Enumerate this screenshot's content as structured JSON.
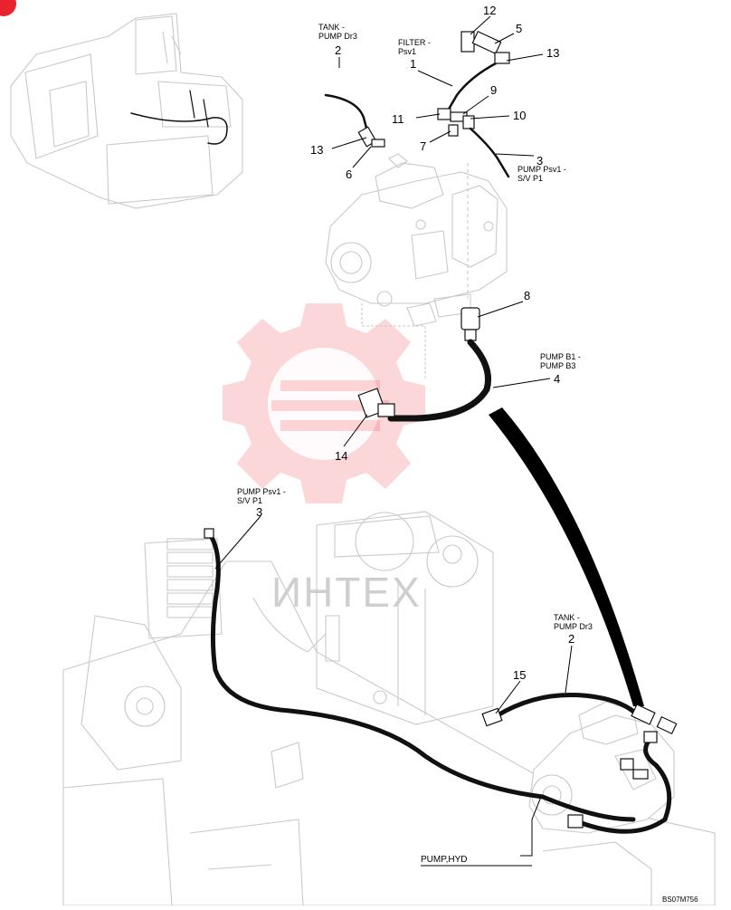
{
  "diagram": {
    "drawing_code": "BS07M756",
    "watermark_text": "ИНТЕХ",
    "corner_badge": "",
    "accent_color": "#e8232d",
    "watermark_color": "#f04a50",
    "labels": {
      "tank_pump_dr3_top": "TANK -\nPUMP Dr3",
      "filter_psv1": "FILTER -\nPsv1",
      "pump_psv1_sv_p1_top": "PUMP Psv1 -\nS/V P1",
      "pump_b1_pump_b3": "PUMP B1 -\nPUMP B3",
      "pump_psv1_sv_p1_bottom": "PUMP Psv1 -\nS/V P1",
      "tank_pump_dr3_bottom": "TANK -\nPUMP Dr3",
      "pump_hyd": "PUMP,HYD"
    },
    "callouts": {
      "c1": "1",
      "c2_top": "2",
      "c3_top": "3",
      "c4": "4",
      "c5": "5",
      "c6": "6",
      "c7": "7",
      "c8": "8",
      "c9": "9",
      "c10": "10",
      "c11": "11",
      "c12": "12",
      "c13_left": "13",
      "c13_right": "13",
      "c14": "14",
      "c3_bottom": "3",
      "c2_bottom": "2",
      "c15": "15"
    }
  }
}
